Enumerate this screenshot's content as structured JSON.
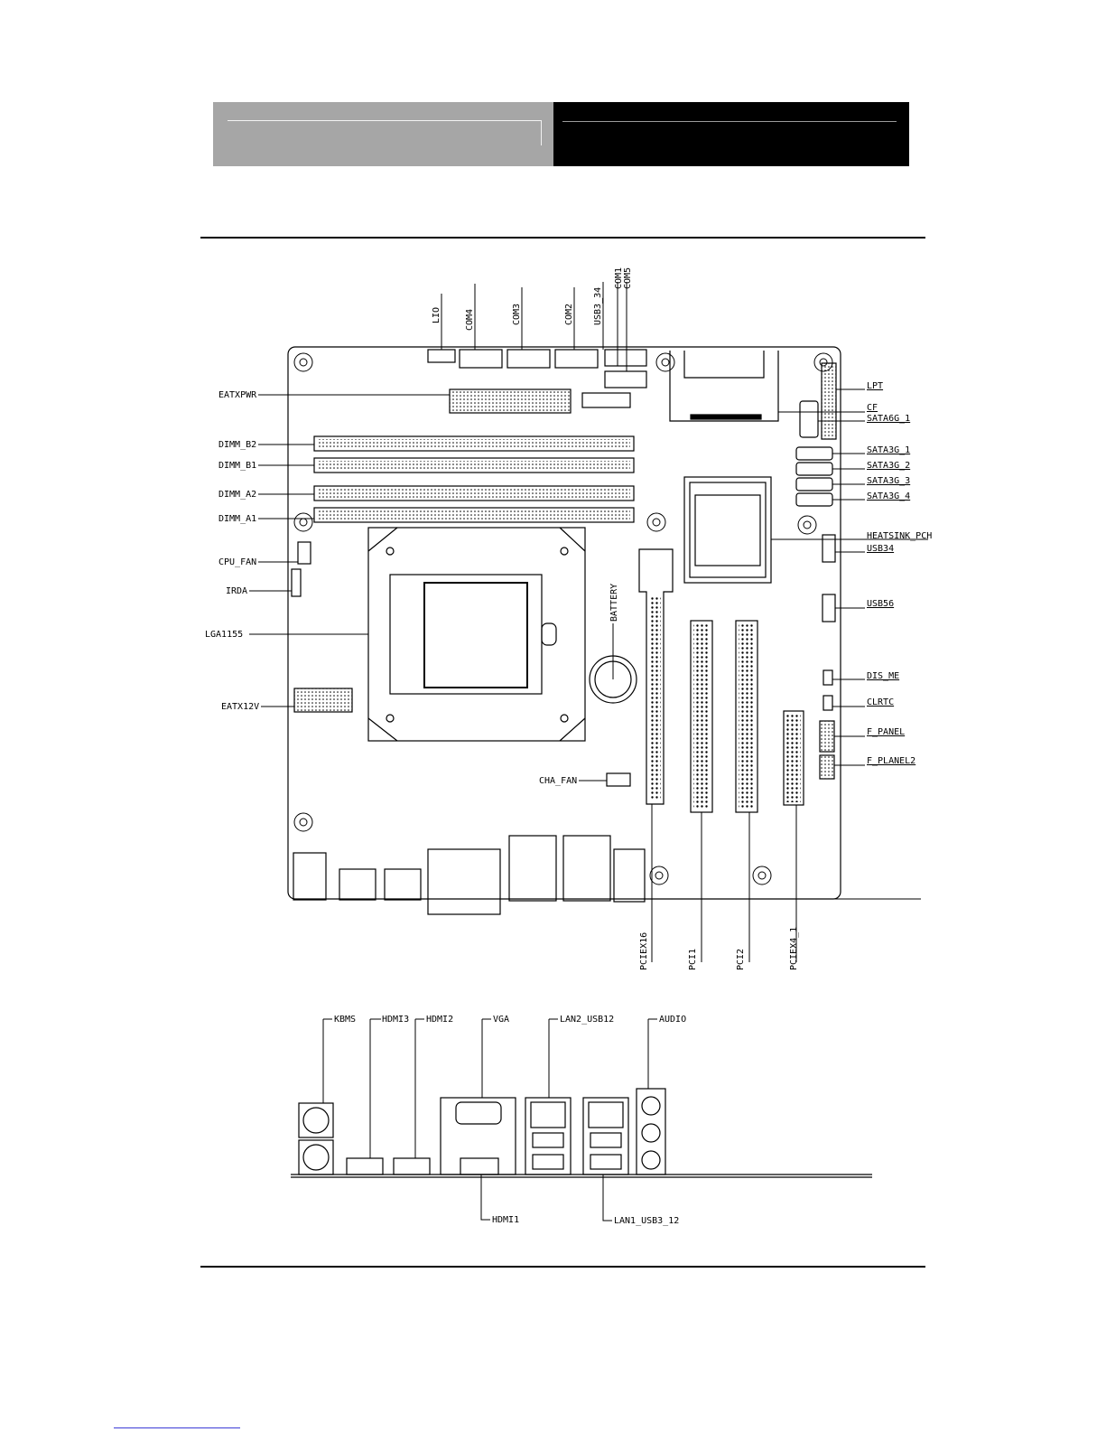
{
  "motherboard_labels": {
    "top": {
      "lio": "LIO",
      "com4": "COM4",
      "com3": "COM3",
      "com2": "COM2",
      "usb3_34": "USB3_34",
      "com1": "COM1",
      "com5": "COM5"
    },
    "left": {
      "eatxpwr": "EATXPWR",
      "dimm_b2": "DIMM_B2",
      "dimm_b1": "DIMM_B1",
      "dimm_a2": "DIMM_A2",
      "dimm_a1": "DIMM_A1",
      "cpu_fan": "CPU_FAN",
      "irda": "IRDA",
      "lga1155": "LGA1155",
      "eatx12v": "EATX12V"
    },
    "right": {
      "lpt": "LPT",
      "cf": "CF",
      "sata6g_1": "SATA6G_1",
      "sata3g_1": "SATA3G_1",
      "sata3g_2": "SATA3G_2",
      "sata3g_3": "SATA3G_3",
      "sata3g_4": "SATA3G_4",
      "heatsink_pch": "HEATSINK_PCH",
      "usb34": "USB34",
      "usb56": "USB56",
      "dis_me": "DIS_ME",
      "clrtc": "CLRTC",
      "f_panel": "F_PANEL",
      "f_planel2": "F_PLANEL2"
    },
    "center": {
      "battery": "BATTERY",
      "cha_fan": "CHA_FAN"
    },
    "bottom": {
      "pciex16": "PCIEX16",
      "pci1": "PCI1",
      "pci2": "PCI2",
      "pciex4_1": "PCIEX4_1"
    }
  },
  "io_labels": {
    "kbms": "KBMS",
    "hdmi3": "HDMI3",
    "hdmi2": "HDMI2",
    "vga": "VGA",
    "lan2_usb12": "LAN2_USB12",
    "audio": "AUDIO",
    "hdmi1": "HDMI1",
    "lan1_usb3_12": "LAN1_USB3_12"
  }
}
